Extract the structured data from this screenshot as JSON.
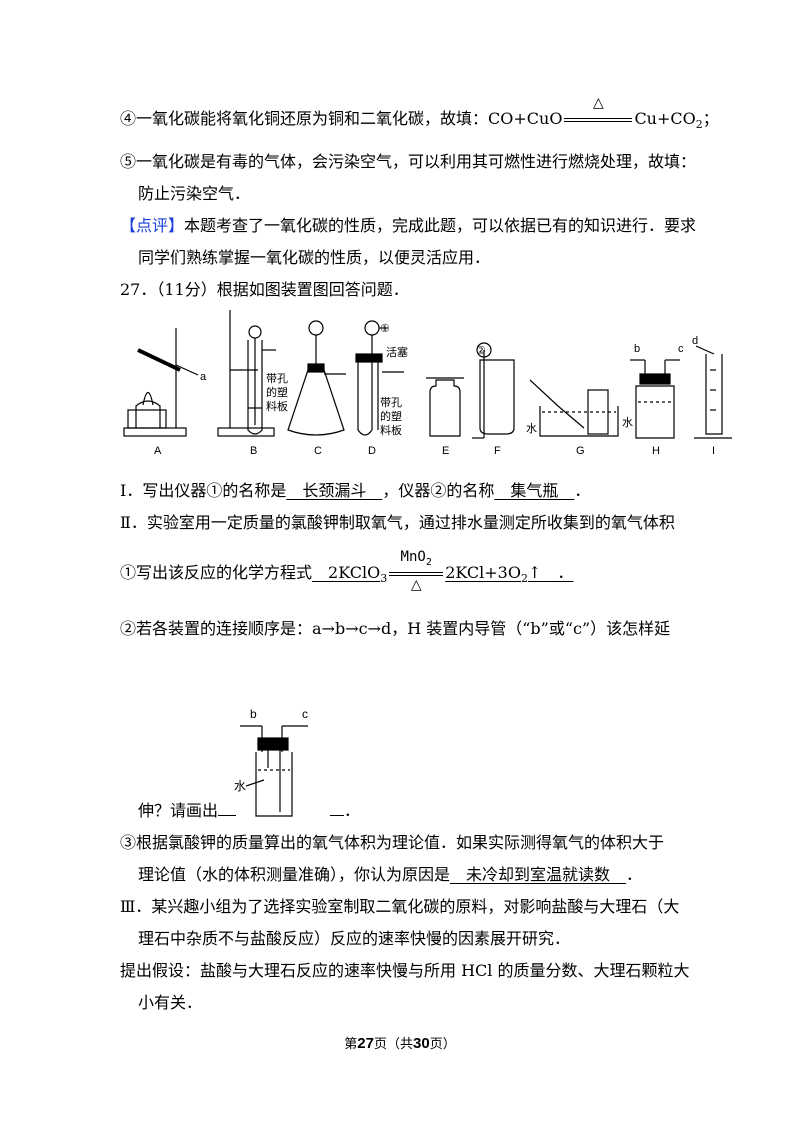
{
  "p4": {
    "text": "④一氧化碳能将氧化铜还原为铜和二氧化碳，故填：CO+CuO",
    "cond": "△",
    "tail": "Cu+CO",
    "sub": "2",
    "end": "；"
  },
  "p5": {
    "line1": "⑤一氧化碳是有毒的气体，会污染空气，可以利用其可燃性进行燃烧处理，故填：",
    "line2": "防止污染空气．"
  },
  "comment": {
    "tag": "【点评】",
    "line1": "本题考查了一氧化碳的性质，完成此题，可以依据已有的知识进行．要求",
    "line2": "同学们熟练掌握一氧化碳的性质，以便灵活应用．"
  },
  "q27": {
    "title": "27．（11分）根据如图装置图回答问题．"
  },
  "figure": {
    "letters": [
      "A",
      "B",
      "C",
      "D",
      "E",
      "F",
      "G",
      "H",
      "I"
    ],
    "label_a": "a",
    "label_b": "b",
    "label_c": "c",
    "label_d": "d",
    "circle1": "①",
    "circle2": "②",
    "plate_b": [
      "带孔",
      "的塑",
      "料板"
    ],
    "plate_d": [
      "带孔",
      "的塑",
      "料板"
    ],
    "stopper": [
      "活塞"
    ],
    "water_g": "水",
    "water_h": "水"
  },
  "part1": {
    "pre": "Ⅰ．写出仪器①的名称是",
    "ans1": "　长颈漏斗　",
    "mid": "，仪器②的名称",
    "ans2": "　集气瓶　",
    "end": "．"
  },
  "part2": {
    "text": "Ⅱ．实验室用一定质量的氯酸钾制取氧气，通过排水量测定所收集到的氧气体积"
  },
  "q1": {
    "pre": "①写出该反应的化学方程式",
    "lhs": "　2KClO",
    "lhs_sub": "3",
    "cond_top": "MnO",
    "cond_top_sub": "2",
    "cond_bottom": "△",
    "rhs": "2KCl+3O",
    "rhs_sub": "2",
    "rhs_arrow": "↑",
    "end": "　．"
  },
  "q2": {
    "line1": "②若各装置的连接顺序是：a→b→c→d，H 装置内导管（“b”或“c”）该怎样延",
    "line2_pre": "伸？请画出",
    "line2_end": "．",
    "label_b": "b",
    "label_c": "c",
    "water": "水"
  },
  "q3": {
    "line1": "③根据氯酸钾的质量算出的氧气体积为理论值．如果实际测得氧气的体积大于",
    "line2_pre": "理论值（水的体积测量准确），你认为原因是",
    "line2_ans": "　未冷却到室温就读数　",
    "line2_end": "．"
  },
  "part3": {
    "line1": "Ⅲ．某兴趣小组为了选择实验室制取二氧化碳的原料，对影响盐酸与大理石（大",
    "line2": "理石中杂质不与盐酸反应）反应的速率快慢的因素展开研究．"
  },
  "hypo": {
    "line1": "提出假设：盐酸与大理石反应的速率快慢与所用 HCl 的质量分数、大理石颗粒大",
    "line2": "小有关．"
  },
  "footer": {
    "pre": "第",
    "page": "27",
    "mid": "页（共",
    "total": "30",
    "end": "页）"
  }
}
